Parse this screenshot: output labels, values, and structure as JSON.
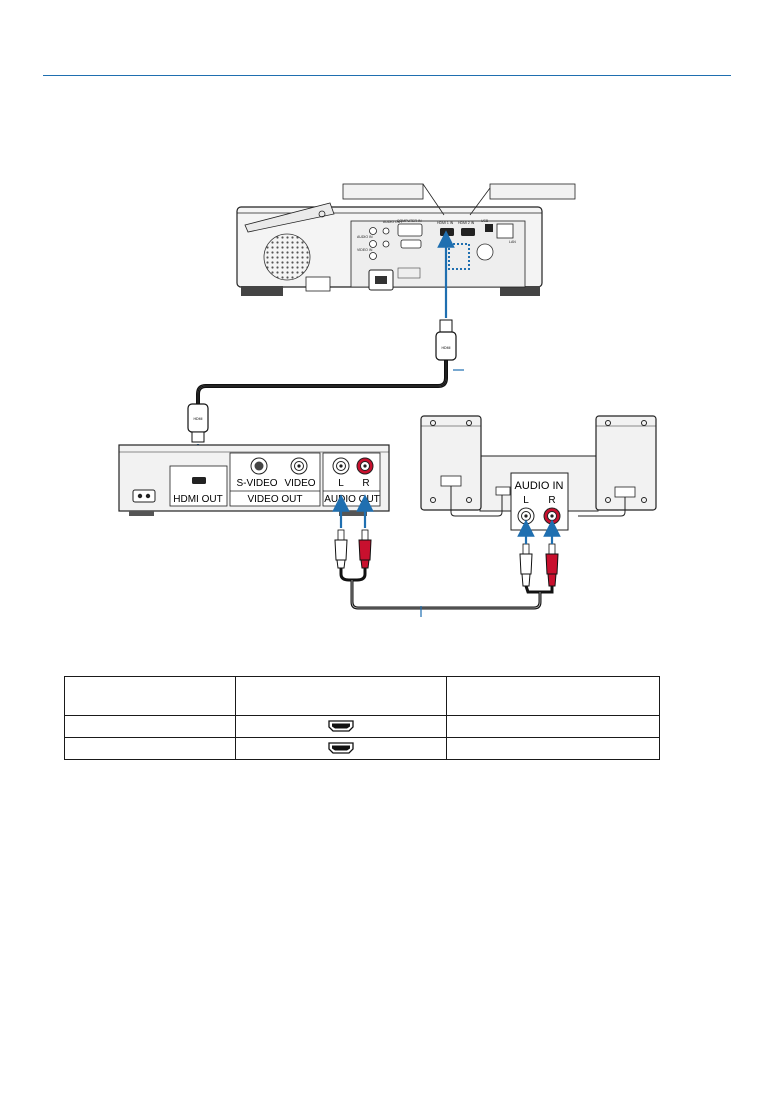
{
  "colors": {
    "accent_blue": "#1f6fb0",
    "cable_black": "#111111",
    "plug_red": "#c8102e",
    "device_gray": "#f2f2f2"
  },
  "projector": {
    "callout_left": "",
    "callout_right": "",
    "port_labels": [
      "AUDIO OUT",
      "COMPUTER IN",
      "AUDIO IN",
      "VIDEO IN",
      "HDMI 1 IN",
      "HDMI 2 IN",
      "USB",
      "LAN"
    ]
  },
  "hdmi_cable": {
    "plug_text": "HDMI"
  },
  "player": {
    "hdmi_out": "HDMI OUT",
    "svideo": "S-VIDEO",
    "video": "VIDEO",
    "video_out": "VIDEO OUT",
    "audio_l": "L",
    "audio_r": "R",
    "audio_out": "AUDIO OUT"
  },
  "speaker": {
    "audio_in": "AUDIO IN",
    "audio_l": "L",
    "audio_r": "R"
  },
  "table": {
    "headers": [
      "",
      "",
      ""
    ],
    "rows": [
      {
        "icon": "hdmi-port-icon"
      },
      {
        "icon": "hdmi-port-icon"
      }
    ]
  }
}
